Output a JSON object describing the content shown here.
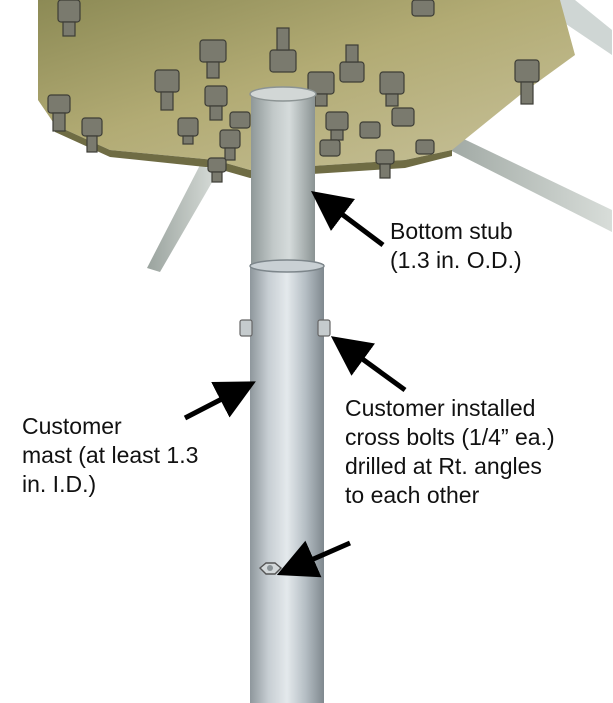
{
  "annotations": {
    "bottom_stub": {
      "line1": "Bottom stub",
      "line2": "(1.3 in. O.D.)"
    },
    "customer_mast": {
      "line1": "Customer",
      "line2": "mast (at least 1.3",
      "line3": "in. I.D.)"
    },
    "cross_bolts": {
      "line1": "Customer installed",
      "line2": "cross bolts (1/4” ea.)",
      "line3": "drilled at Rt. angles",
      "line4": "to each other"
    }
  },
  "colors": {
    "plate": "#a8a16a",
    "mast": "#b9c2c8",
    "stub": "#a9b2b2",
    "arrow": "#000000",
    "text": "#111111"
  }
}
